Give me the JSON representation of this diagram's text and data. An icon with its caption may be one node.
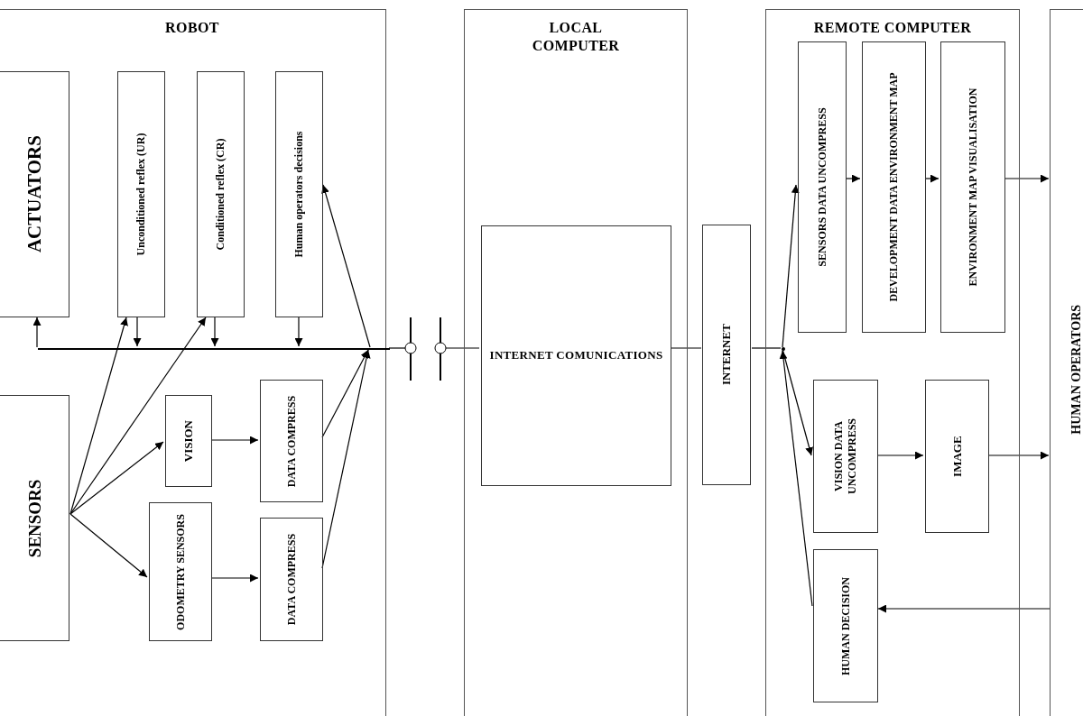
{
  "diagram": {
    "nodes": [
      {
        "text": [
          "ROBOT"
        ]
      },
      {
        "text": [
          "ACTUATORS"
        ],
        "in": 0
      },
      {
        "text": [
          "Unconditioned reflex (UR)"
        ],
        "in": 0
      },
      {
        "text": [
          "Conditioned reflex (CR)"
        ],
        "in": 0
      },
      {
        "text": [
          "Human operators decisions"
        ],
        "in": 0
      },
      {
        "text": [
          "SENSORS"
        ],
        "in": 0
      },
      {
        "text": [
          "VISION"
        ],
        "in": 0
      },
      {
        "text": [
          "ODOMETRY SENSORS"
        ],
        "in": 0
      },
      {
        "text": [
          "DATA COMPRESS"
        ],
        "in": 0
      },
      {
        "text": [
          "DATA COMPRESS"
        ],
        "in": 0
      },
      {
        "text": [],
        "shape": "bar",
        "in": 0
      },
      {
        "text": [],
        "shape": "circle"
      },
      {
        "text": [],
        "shape": "circle"
      },
      {
        "text": [
          "LOCAL COMPUTER"
        ]
      },
      {
        "text": [
          "INTERNET COMUNICATIONS"
        ],
        "in": 13
      },
      {
        "text": [
          "INTERNET"
        ]
      },
      {
        "text": [
          "REMOTE COMPUTER"
        ]
      },
      {
        "text": [],
        "shape": "point",
        "in": 16
      },
      {
        "text": [
          "SENSORS DATA UNCOMPRESS"
        ],
        "in": 16
      },
      {
        "text": [
          "DEVELOPMENT DATA ENVIRONMENT MAP"
        ],
        "in": 16
      },
      {
        "text": [
          "ENVIRONMENT MAP VISUALISATION"
        ],
        "in": 16
      },
      {
        "text": [
          "VISION DATA UNCOMPRESS"
        ],
        "in": 16
      },
      {
        "text": [
          "IMAGE"
        ],
        "in": 16
      },
      {
        "text": [
          "HUMAN DECISION"
        ],
        "in": 16
      },
      {
        "text": [
          "HUMAN OPERATORS"
        ]
      }
    ],
    "edges": [
      {
        "from": 5,
        "to": 2,
        "arrow": "to"
      },
      {
        "from": 5,
        "to": 3,
        "arrow": "to"
      },
      {
        "from": 5,
        "to": 6,
        "arrow": "to"
      },
      {
        "from": 5,
        "to": 7,
        "arrow": "to"
      },
      {
        "from": 6,
        "to": 8,
        "arrow": "to"
      },
      {
        "from": 7,
        "to": 9,
        "arrow": "to"
      },
      {
        "from": 2,
        "to": 10,
        "arrow": "to"
      },
      {
        "from": 3,
        "to": 10,
        "arrow": "to"
      },
      {
        "from": 4,
        "to": 10,
        "arrow": "to"
      },
      {
        "from": 10,
        "to": 1,
        "arrow": "to"
      },
      {
        "from": 8,
        "to": 10,
        "arrow": "to"
      },
      {
        "from": 9,
        "to": 10,
        "arrow": "to"
      },
      {
        "from": 10,
        "to": 4,
        "arrow": "to"
      },
      {
        "from": 10,
        "to": 11,
        "arrow": "none"
      },
      {
        "from": 12,
        "to": 14,
        "arrow": "none"
      },
      {
        "from": 14,
        "to": 15,
        "arrow": "none"
      },
      {
        "from": 15,
        "to": 17,
        "arrow": "none"
      },
      {
        "from": 17,
        "to": 18,
        "arrow": "to"
      },
      {
        "from": 17,
        "to": 21,
        "arrow": "to"
      },
      {
        "from": 23,
        "to": 17,
        "arrow": "to"
      },
      {
        "from": 18,
        "to": 19,
        "arrow": "to"
      },
      {
        "from": 19,
        "to": 20,
        "arrow": "to"
      },
      {
        "from": 20,
        "to": 24,
        "arrow": "to"
      },
      {
        "from": 21,
        "to": 22,
        "arrow": "to"
      },
      {
        "from": 22,
        "to": 24,
        "arrow": "to"
      },
      {
        "from": 24,
        "to": 23,
        "arrow": "to"
      }
    ]
  }
}
